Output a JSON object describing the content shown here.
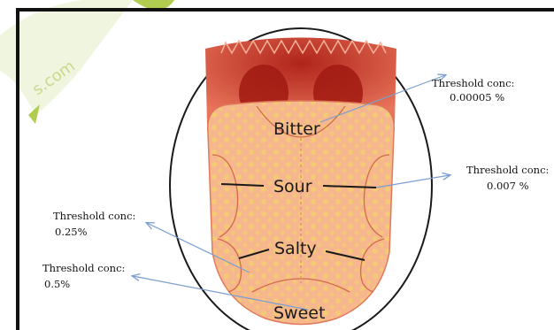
{
  "watermark": {
    "text": "s.com",
    "color": "#a8c83c"
  },
  "regions": {
    "bitter": "Bitter",
    "sour": "Sour",
    "salty": "Salty",
    "sweet": "Sweet"
  },
  "thresholds": {
    "bitter": {
      "label": "Threshold conc:",
      "value": "0.00005 %"
    },
    "sour": {
      "label": "Threshold conc:",
      "value": "0.007 %"
    },
    "salty": {
      "label": "Threshold conc:",
      "value": "0.25%"
    },
    "sweet": {
      "label": "Threshold conc:",
      "value": "0.5%"
    }
  },
  "colors": {
    "arrow": "#7b9fd0",
    "tongue_fill": "#f4b08a",
    "tongue_dark": "#d9503a",
    "outline": "#1a1a1a"
  }
}
